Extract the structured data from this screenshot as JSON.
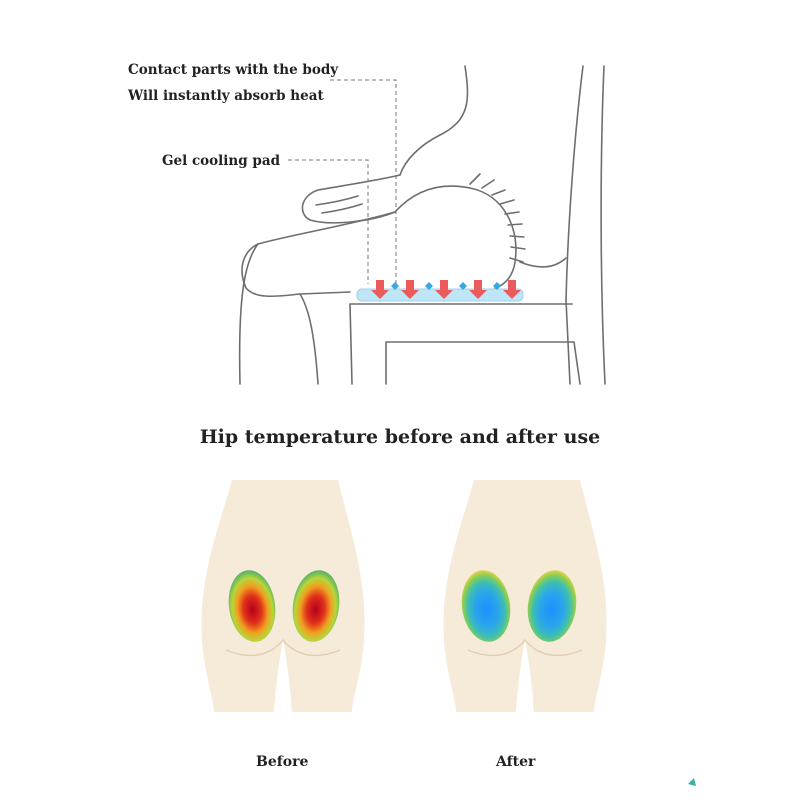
{
  "illustration": {
    "callout_contact_line1": "Contact parts with the body",
    "callout_contact_line2": "Will instantly absorb heat",
    "callout_gel": "Gel cooling pad"
  },
  "comparison": {
    "heading": "Hip temperature before and after use",
    "before_caption": "Before",
    "after_caption": "After"
  },
  "colors": {
    "line": "#6e6e6e",
    "skin": "#f6ead8",
    "pad": "#bfe6f7",
    "heat_arrow": "#ec5b5b",
    "cool_arrow": "#3aa7e0",
    "hot_core": "#c8102e",
    "cool_core": "#1e90ff"
  }
}
